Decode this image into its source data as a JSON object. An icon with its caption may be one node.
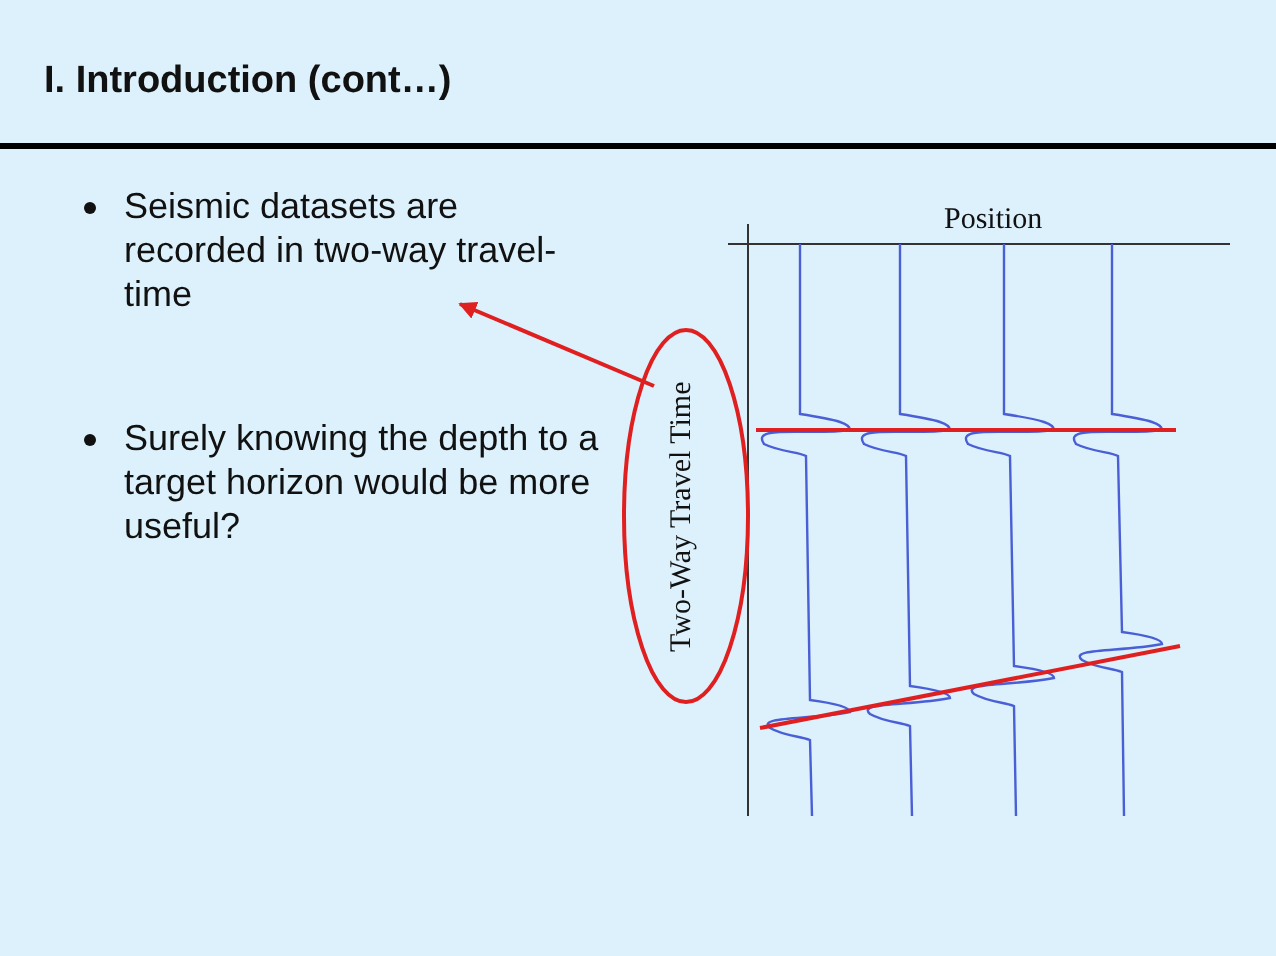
{
  "diagram": {
    "title": "I. Introduction (cont…)",
    "nodes": [
      {
        "text": [
          "Seismic datasets are recorded in two-way travel-time"
        ]
      },
      {
        "text": [
          "Two-Way Travel Time"
        ]
      }
    ],
    "edges": [
      {
        "from": 1,
        "to": 0,
        "arrow": "to",
        "color": "#e02020"
      }
    ],
    "labels": [
      "Surely knowing the depth to a target horizon would be more useful?",
      "Position"
    ]
  }
}
